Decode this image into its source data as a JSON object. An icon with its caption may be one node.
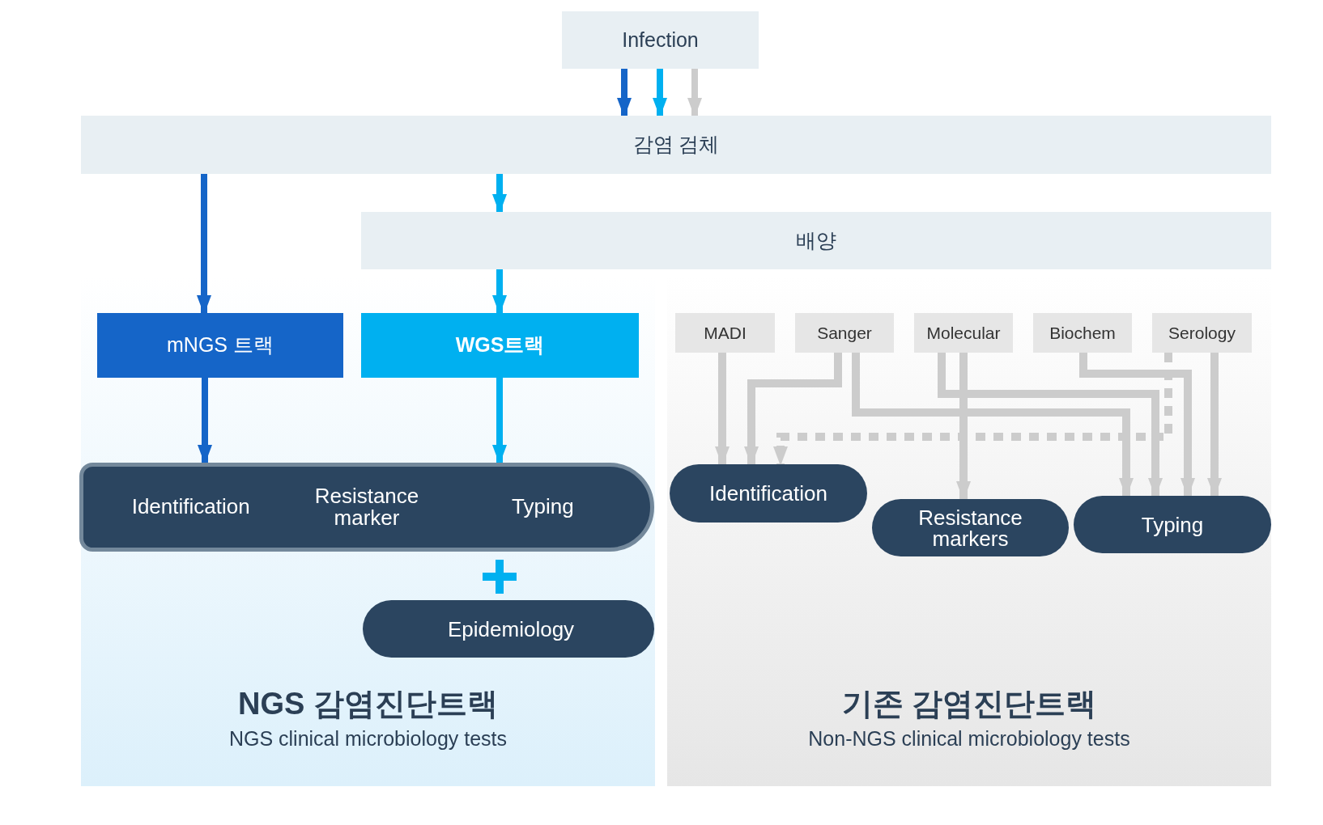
{
  "diagram": {
    "nodes": [
      {
        "text": [
          "Infection"
        ]
      },
      {
        "text": [
          "감염 검체"
        ]
      },
      {
        "text": [
          "배양"
        ]
      },
      {
        "text": [
          "NGS 감염진단트랙",
          "NGS clinical microbiology tests"
        ]
      },
      {
        "text": [
          "mNGS 트랙"
        ],
        "in": 3
      },
      {
        "text": [
          "WGS트랙"
        ],
        "in": 3
      },
      {
        "text": [
          "Identification",
          "Resistance marker",
          "Typing"
        ],
        "in": 3
      },
      {
        "text": [
          "Epidemiology"
        ],
        "in": 3
      },
      {
        "text": [
          "기존 감염진단트랙",
          "Non-NGS clinical microbiology tests"
        ]
      },
      {
        "text": [
          "MADI"
        ],
        "in": 8
      },
      {
        "text": [
          "Sanger"
        ],
        "in": 8
      },
      {
        "text": [
          "Molecular"
        ],
        "in": 8
      },
      {
        "text": [
          "Biochem"
        ],
        "in": 8
      },
      {
        "text": [
          "Serology"
        ],
        "in": 8
      },
      {
        "text": [
          "Identification"
        ],
        "in": 8
      },
      {
        "text": [
          "Resistance markers"
        ],
        "in": 8
      },
      {
        "text": [
          "Typing"
        ],
        "in": 8
      }
    ],
    "edges": [
      {
        "from": 0,
        "to": 1,
        "arrow": "to",
        "color": "#1565c8"
      },
      {
        "from": 0,
        "to": 1,
        "arrow": "to",
        "color": "#00b0f0"
      },
      {
        "from": 0,
        "to": 1,
        "arrow": "to"
      },
      {
        "from": 1,
        "to": 4,
        "arrow": "to",
        "color": "#1565c8"
      },
      {
        "from": 1,
        "to": 2,
        "arrow": "to",
        "color": "#00b0f0"
      },
      {
        "from": 2,
        "to": 5,
        "arrow": "to",
        "color": "#00b0f0"
      },
      {
        "from": 4,
        "to": 6,
        "arrow": "to",
        "color": "#1565c8"
      },
      {
        "from": 5,
        "to": 6,
        "arrow": "to",
        "color": "#00b0f0"
      },
      {
        "from": 9,
        "to": 14,
        "arrow": "to"
      },
      {
        "from": 10,
        "to": 14,
        "arrow": "to"
      },
      {
        "from": 10,
        "to": 16,
        "arrow": "to"
      },
      {
        "from": 11,
        "to": 15,
        "arrow": "to"
      },
      {
        "from": 11,
        "to": 16,
        "arrow": "to"
      },
      {
        "from": 12,
        "to": 16,
        "arrow": "to"
      },
      {
        "from": 13,
        "to": 16,
        "arrow": "to"
      },
      {
        "from": 13,
        "to": 14,
        "arrow": "to",
        "style": "dashed"
      }
    ]
  }
}
